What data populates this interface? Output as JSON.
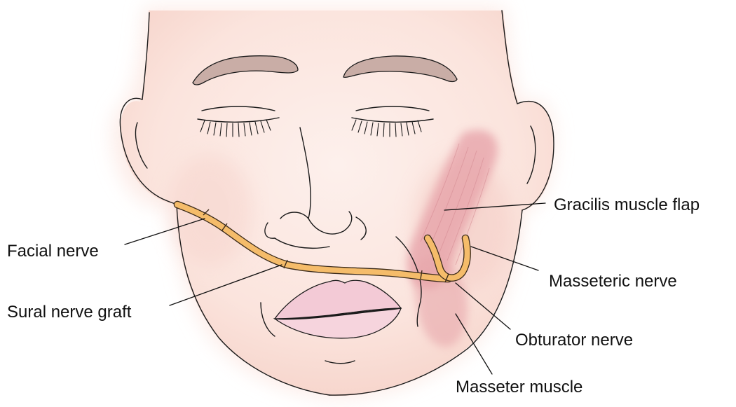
{
  "labels": {
    "gracilis_muscle_flap": "Gracilis muscle flap",
    "facial_nerve": "Facial nerve",
    "masseteric_nerve": "Masseteric nerve",
    "sural_nerve_graft": "Sural nerve graft",
    "obturator_nerve": "Obturator nerve",
    "masseter_muscle": "Masseter muscle"
  },
  "colors": {
    "skin": "#fbe6e0",
    "skin_shade": "#f4cfc7",
    "muscle": "#e7a3a8",
    "nerve": "#f5bc6a",
    "lips": "#f3cad6",
    "eyebrow": "#c9ada6",
    "outline": "#1a1a1a"
  }
}
